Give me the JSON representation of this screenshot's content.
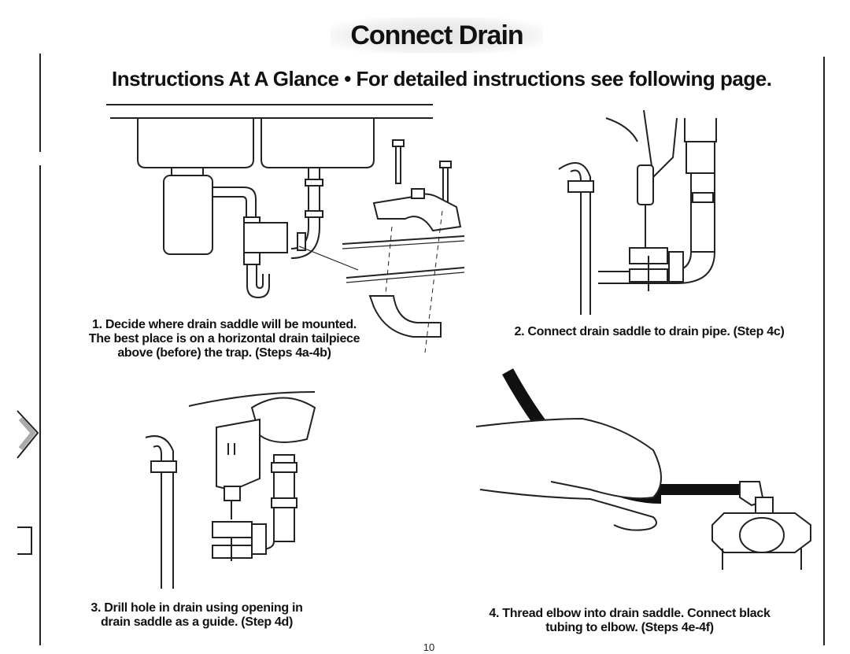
{
  "header": {
    "title": "Connect Drain",
    "subtitle": "Instructions At A Glance • For detailed instructions see following page."
  },
  "steps": [
    {
      "lines": [
        "1. Decide where drain saddle will be mounted.",
        "The best place is on a horizontal drain tailpiece",
        "above (before) the trap. (Steps 4a-4b)"
      ]
    },
    {
      "lines": [
        "2. Connect drain saddle to drain pipe. (Step 4c)"
      ]
    },
    {
      "lines": [
        "3. Drill hole in drain using opening in",
        "drain saddle as a guide. (Step 4d)"
      ]
    },
    {
      "lines": [
        "4. Thread elbow into drain saddle. Connect black",
        "tubing to elbow. (Steps 4e-4f)"
      ]
    }
  ],
  "footer": {
    "page_number": "10"
  }
}
